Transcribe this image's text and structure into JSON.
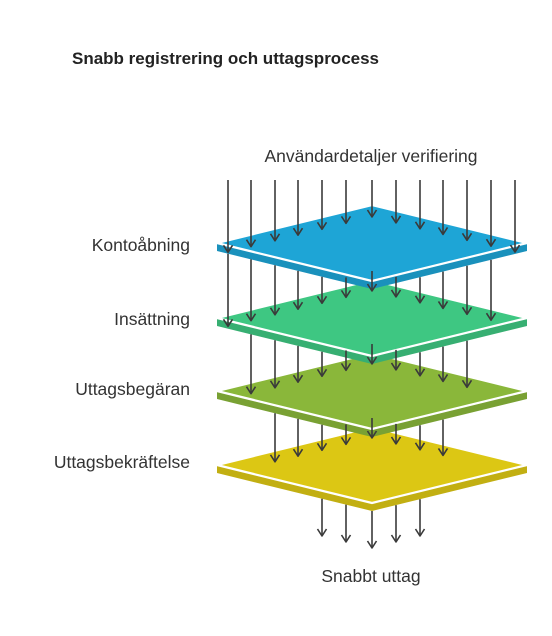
{
  "title": "Snabb registrering och uttagsprocess",
  "input_label": "Användardetaljer verifiering",
  "output_label": "Snabbt uttag",
  "layers": [
    {
      "label": "Kontoåbning",
      "color": "#1ea5d6"
    },
    {
      "label": "Insättning",
      "color": "#3ec782"
    },
    {
      "label": "Uttagsbegäran",
      "color": "#8ab73a"
    },
    {
      "label": "Uttagsbekräftelse",
      "color": "#dcc714"
    }
  ],
  "arrow_color": "#3a3a3a"
}
